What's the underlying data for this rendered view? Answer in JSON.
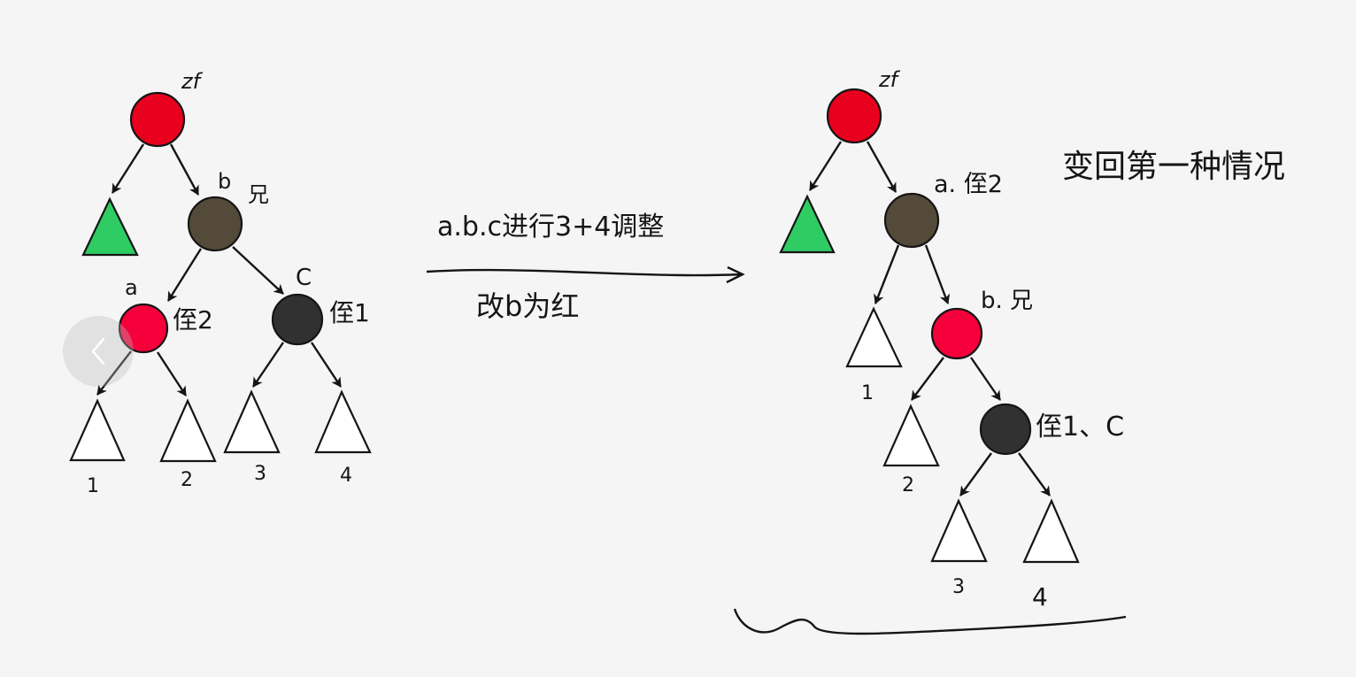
{
  "colors": {
    "red": "#e8001e",
    "red_bright": "#f5003a",
    "brown": "#534a3a",
    "dark": "#313131",
    "green": "#2ecc63",
    "line": "#151515",
    "background": "#f5f5f5"
  },
  "left_tree": {
    "grandparent_label": "zf",
    "uncle_b_label": "b",
    "uncle_b_note": "兄",
    "a_label": "a",
    "a_note": "侄2",
    "c_label": "C",
    "c_note": "侄1",
    "subtree_labels": [
      "1",
      "2",
      "3",
      "4"
    ]
  },
  "transform": {
    "top_text": "a.b.c进行3+4调整",
    "bottom_text": "改b为红"
  },
  "right_tree": {
    "grandparent_label": "zf",
    "a_note": "a. 侄2",
    "b_note": "b. 兄",
    "c_note": "侄1、C",
    "subtree_labels": [
      "1",
      "2",
      "3",
      "4"
    ]
  },
  "side_note": "变回第一种情况",
  "nav": {
    "back_icon": "chevron-left-icon"
  }
}
